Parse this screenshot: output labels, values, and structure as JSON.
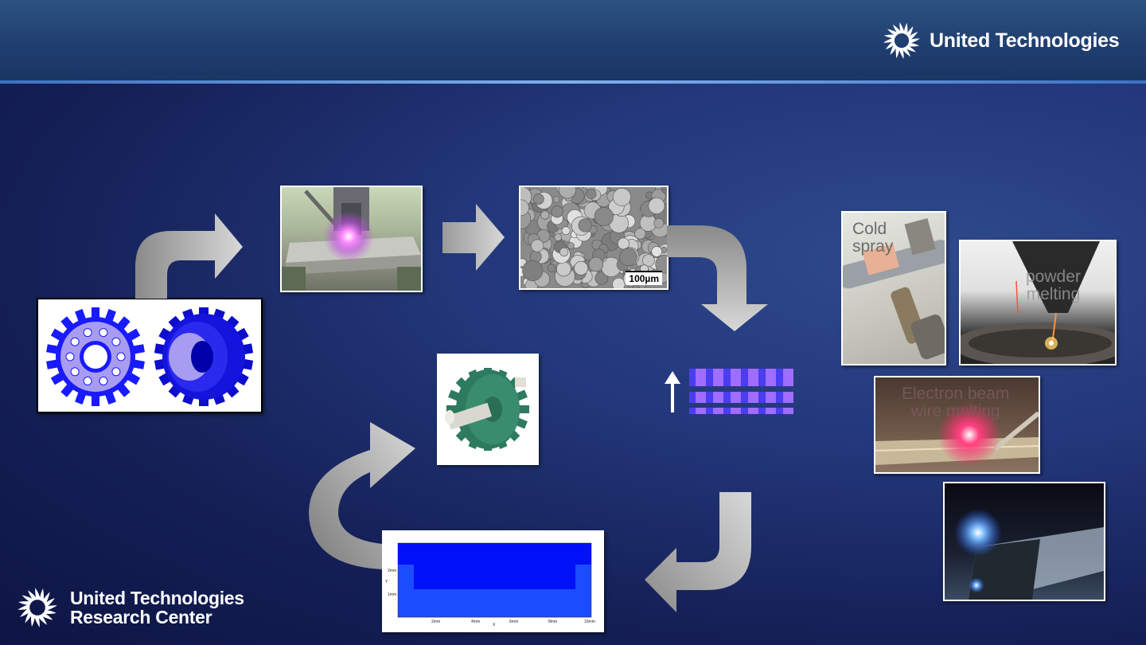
{
  "header": {
    "logo_text": "United Technologies",
    "logo_icon": "ut-sunburst-icon"
  },
  "footer": {
    "logo_line1": "United Technologies",
    "logo_line2": "Research Center",
    "logo_icon": "ut-sunburst-icon"
  },
  "images": {
    "powder_scale": "100µm",
    "cold_spray_label": "Cold\nspray",
    "powder_melting_label": "powder\nmelting",
    "ebeam_label": "Electron beam\nwire melting",
    "sim_ticks_y": [
      "2mm",
      "1mm"
    ],
    "sim_ticks_x": [
      "2mm",
      "4mm",
      "6mm",
      "8mm",
      "10mm"
    ],
    "sim_axis_x": "X",
    "sim_axis_y": "Y"
  },
  "colors": {
    "arrow_light": "#d8d8d8",
    "arrow_dark": "#8a8a8a",
    "layer_stripe": "#9f6dff",
    "layer_base": "#4b3df0",
    "gear_blue": "#1a1aff",
    "gear_lavender": "#a89cf0",
    "part_green": "#2d7a5f"
  }
}
